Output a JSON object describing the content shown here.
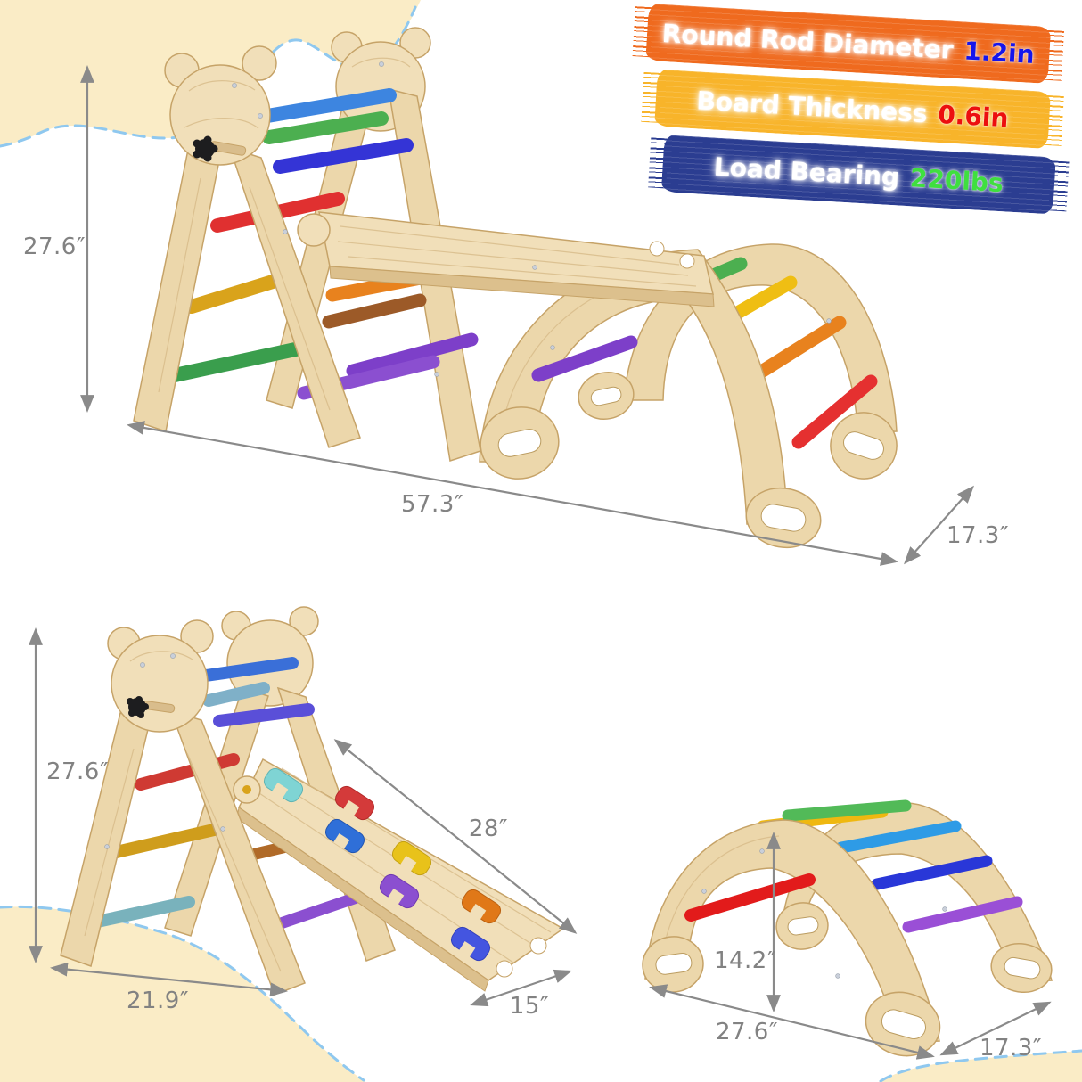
{
  "spec_badges": [
    {
      "id": "rod-diameter",
      "label": "Round Rod Diameter",
      "value": "1.2in"
    },
    {
      "id": "board-thickness",
      "label": "Board Thickness",
      "value": "0.6in"
    },
    {
      "id": "load-bearing",
      "label": "Load Bearing",
      "value": "220lbs"
    }
  ],
  "dimensions": {
    "combo": {
      "height": "27.6″",
      "length": "57.3″",
      "depth": "17.3″"
    },
    "triangle_ramp": {
      "height": "27.6″",
      "base": "21.9″",
      "ramp_length": "28″",
      "ramp_width": "15″"
    },
    "arch_rocker": {
      "height": "14.2″",
      "length": "27.6″",
      "depth": "17.3″"
    }
  },
  "icons": {
    "dimension_arrow": "double-headed-arrow",
    "bear_head": "bear-face-wood-panel",
    "knob": "black-star-lock-knob"
  },
  "colors": {
    "badge_orange": "#ef6a1e",
    "badge_yellow": "#f8b42a",
    "badge_blue": "#2b3d91",
    "value_blue": "#1515ec",
    "value_red": "#ec0f0f",
    "value_green": "#3fdf3f",
    "dimension_text": "#828282",
    "arrow_gray": "#8a8a8a",
    "wood_light": "#f1dfb9",
    "wood_mid": "#ecd7ab",
    "wood_edge": "#c6a368",
    "cream_wave": "#faecc6",
    "dash_blue": "#8fc8ef",
    "rod_colors": [
      "#3d85e0",
      "#4caf50",
      "#3434d6",
      "#e03030",
      "#d9a31b",
      "#3a9e4d",
      "#e8821e",
      "#9c5a28",
      "#7d3fc9",
      "#2e9be6",
      "#2937d8",
      "#7fb3bd",
      "#e21b1b",
      "#efb810",
      "#52ba58",
      "#9a4fd6"
    ],
    "hold_colors": [
      "#7fd4d4",
      "#d43a3a",
      "#2f6fd8",
      "#e8c21a",
      "#8b4fd0",
      "#e07818",
      "#4455e0"
    ]
  }
}
